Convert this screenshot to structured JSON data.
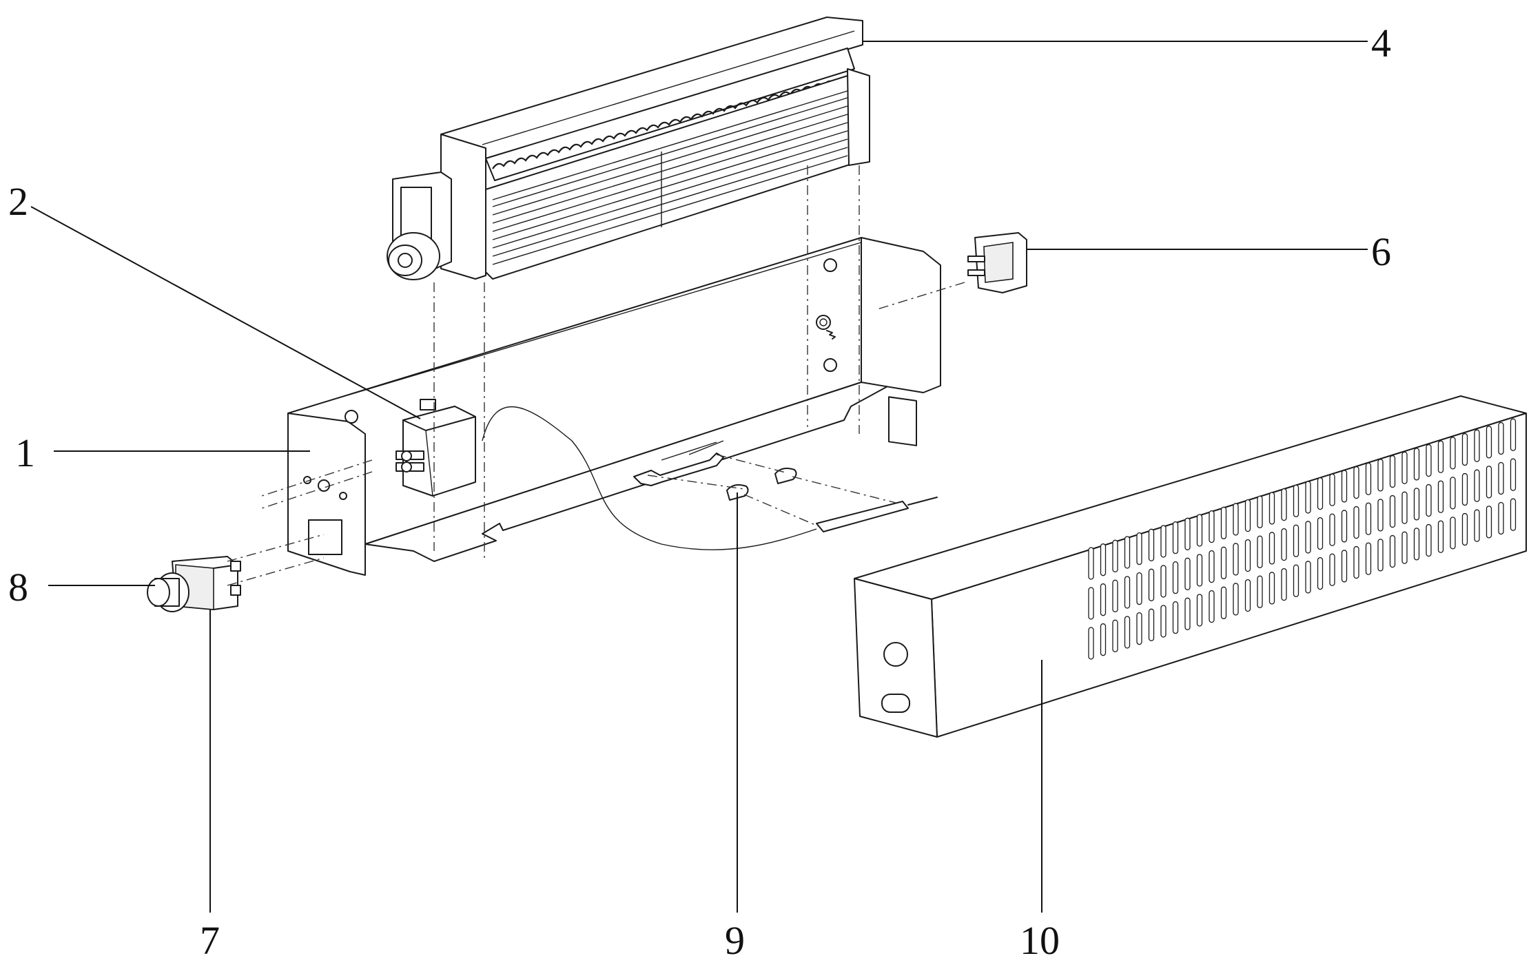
{
  "labels": {
    "l1": "1",
    "l2": "2",
    "l4": "4",
    "l6": "6",
    "l7": "7",
    "l8": "8",
    "l9": "9",
    "l10": "10"
  }
}
